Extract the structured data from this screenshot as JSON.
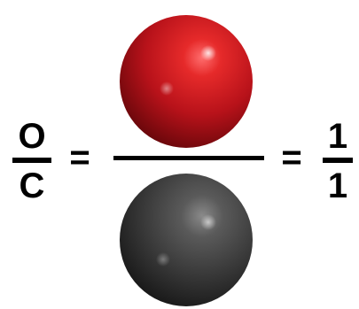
{
  "ratio": {
    "left_numerator": "O",
    "left_denominator": "C",
    "right_numerator": "1",
    "right_denominator": "1",
    "equals_symbol": "="
  },
  "atoms": {
    "oxygen": {
      "icon": "red-sphere-icon",
      "color": "#c8161d"
    },
    "carbon": {
      "icon": "dark-gray-sphere-icon",
      "color": "#3c3c3c"
    }
  }
}
